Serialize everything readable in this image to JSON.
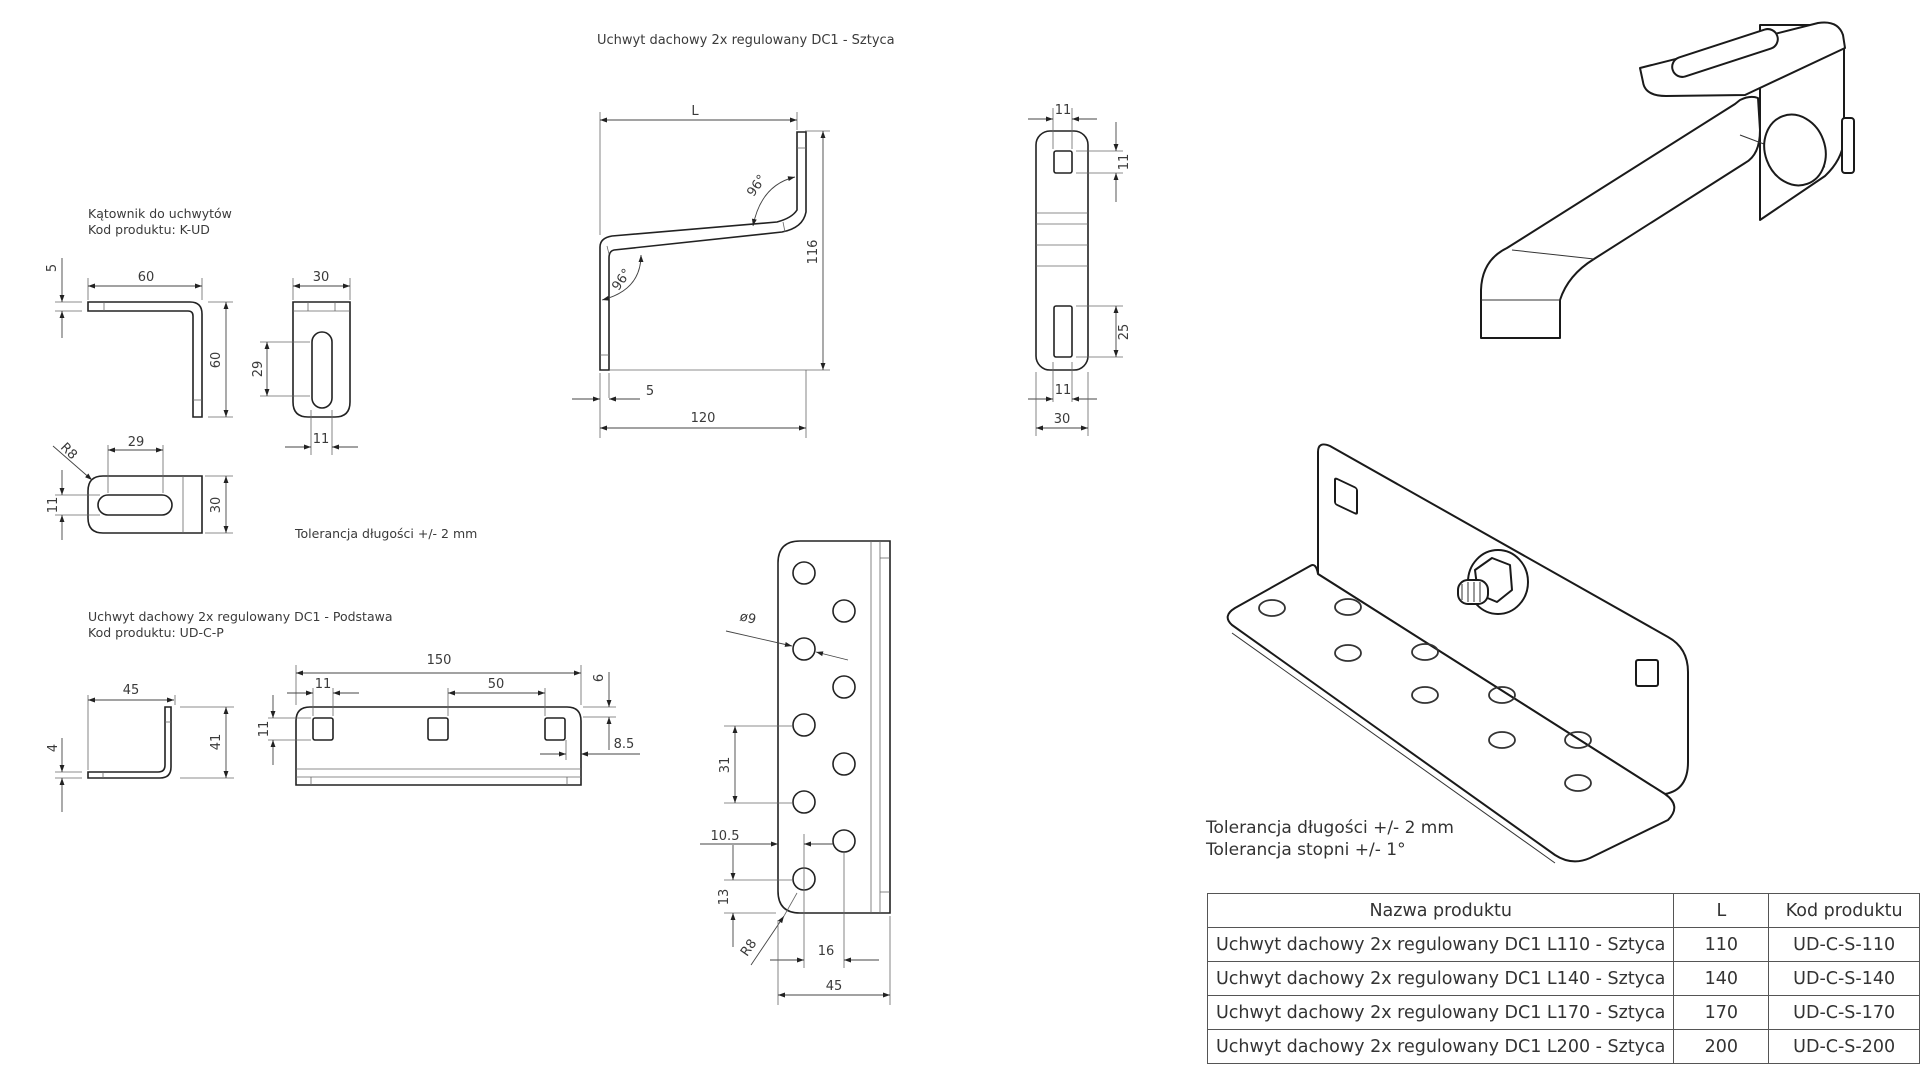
{
  "title_sztyca": "Uchwyt dachowy 2x regulowany DC1 - Sztyca",
  "katownik": {
    "name": "Kątownik do uchwytów",
    "code": "Kod produktu: K-UD",
    "tolerance": "Tolerancja długości +/- 2 mm",
    "dims": {
      "d5": "5",
      "d60w": "60",
      "d60h": "60",
      "d30": "30",
      "d29v": "29",
      "d11b": "11",
      "r8": "R8",
      "d29h": "29",
      "d11l": "11",
      "d30r": "30"
    }
  },
  "podstawa": {
    "name": "Uchwyt dachowy 2x regulowany DC1 - Podstawa",
    "code": "Kod produktu: UD-C-P",
    "dims": {
      "d45": "45",
      "d4": "4",
      "d41": "41",
      "d150": "150",
      "d11t": "11",
      "d50": "50",
      "d6": "6",
      "d11l": "11",
      "d85": "8.5"
    }
  },
  "sztyca": {
    "dims": {
      "L": "L",
      "a1": "96°",
      "a2": "96°",
      "d116": "116",
      "d5": "5",
      "d120": "120",
      "f11t": "11",
      "f11r": "11",
      "f25": "25",
      "f11b": "11",
      "f30": "30"
    }
  },
  "plate": {
    "dims": {
      "d9": "ø9",
      "d31": "31",
      "d105": "10.5",
      "d13": "13",
      "r8": "R8",
      "d16": "16",
      "d45": "45"
    }
  },
  "tolerances": {
    "length": "Tolerancja długości +/- 2 mm",
    "degrees": "Tolerancja stopni +/- 1°"
  },
  "product_table": {
    "headers": [
      "Nazwa produktu",
      "L",
      "Kod produktu"
    ],
    "rows": [
      {
        "name": "Uchwyt dachowy 2x regulowany DC1 L110 - Sztyca",
        "L": "110",
        "code": "UD-C-S-110"
      },
      {
        "name": "Uchwyt dachowy 2x regulowany DC1 L140 - Sztyca",
        "L": "140",
        "code": "UD-C-S-140"
      },
      {
        "name": "Uchwyt dachowy 2x regulowany DC1 L170 - Sztyca",
        "L": "170",
        "code": "UD-C-S-170"
      },
      {
        "name": "Uchwyt dachowy 2x regulowany DC1 L200 - Sztyca",
        "L": "200",
        "code": "UD-C-S-200"
      }
    ]
  }
}
